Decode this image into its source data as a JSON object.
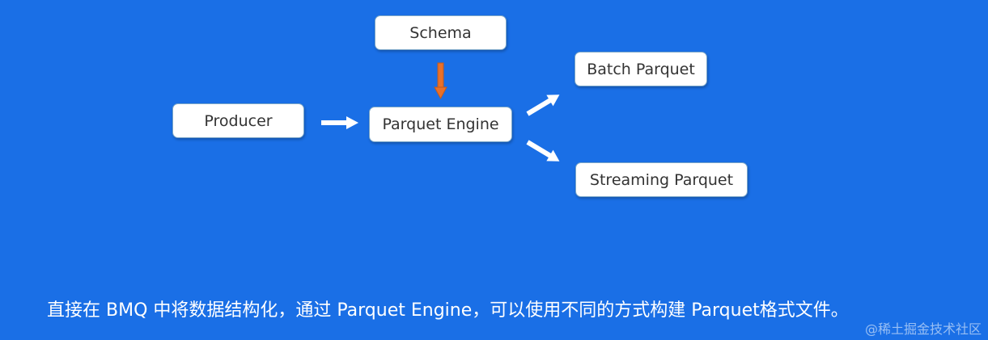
{
  "nodes": {
    "schema": "Schema",
    "producer": "Producer",
    "engine": "Parquet Engine",
    "batch": "Batch Parquet",
    "streaming": "Streaming Parquet"
  },
  "caption": "直接在 BMQ 中将数据结构化，通过 Parquet Engine，可以使用不同的方式构建 Parquet格式文件。",
  "watermark": "@稀土掘金技术社区",
  "colors": {
    "background": "#1a6fe6",
    "schema_arrow": "#e8702a",
    "flow_arrow": "#ffffff"
  }
}
